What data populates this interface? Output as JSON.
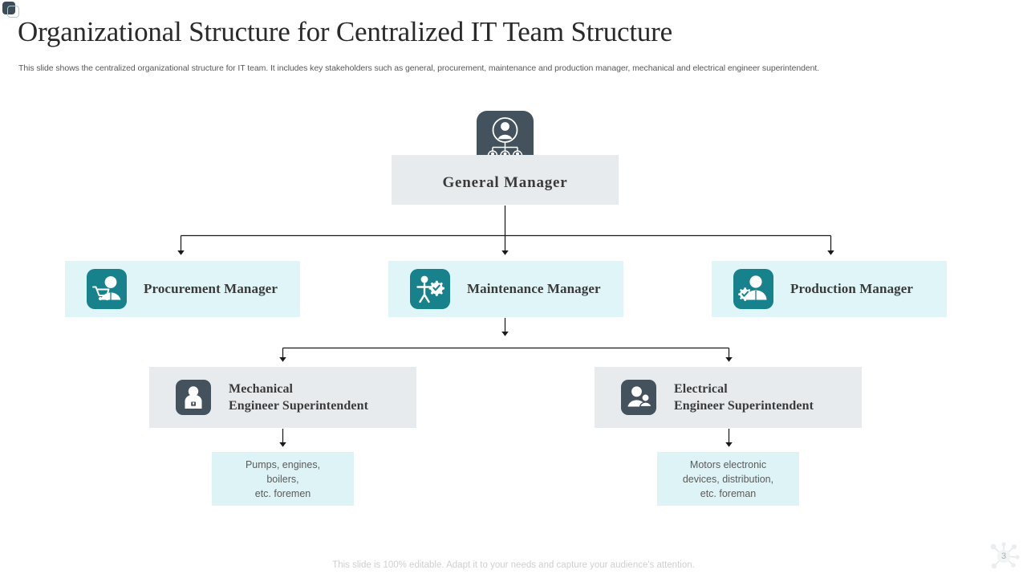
{
  "slide": {
    "title": "Organizational Structure for Centralized IT Team Structure",
    "subtitle": "This slide shows the centralized organizational structure for IT team. It includes key stakeholders such as general, procurement, maintenance and production manager, mechanical and electrical engineer superintendent.",
    "footer_note": "This slide is 100% editable. Adapt it to your needs and capture your audience's attention.",
    "page_number": "3"
  },
  "colors": {
    "slate": "#44525e",
    "teal": "#17818c",
    "box_gray": "#e8ebee",
    "box_cyan": "#e0f5f7",
    "leaf_cyan": "#ddf3f6",
    "connector": "#1a1a1a",
    "title_text": "#2a2a2a",
    "body_text": "#595959"
  },
  "chart": {
    "root": {
      "label": "General  Manager",
      "icon": "org-hierarchy-icon"
    },
    "level2": [
      {
        "label": "Procurement Manager",
        "icon": "person-cart-icon"
      },
      {
        "label": "Maintenance Manager",
        "icon": "person-gear-icon"
      },
      {
        "label": "Production Manager",
        "icon": "person-settings-icon"
      }
    ],
    "level3": [
      {
        "line1": "Mechanical",
        "line2": "Engineer Superintendent",
        "icon": "person-badge-icon"
      },
      {
        "line1": "Electrical",
        "line2": "Engineer Superintendent",
        "icon": "people-group-icon"
      }
    ],
    "leaves": [
      {
        "line1": "Pumps, engines,",
        "line2": "boilers,",
        "line3": "etc. foremen"
      },
      {
        "line1": "Motors electronic",
        "line2": "devices, distribution,",
        "line3": "etc. foreman"
      }
    ]
  }
}
